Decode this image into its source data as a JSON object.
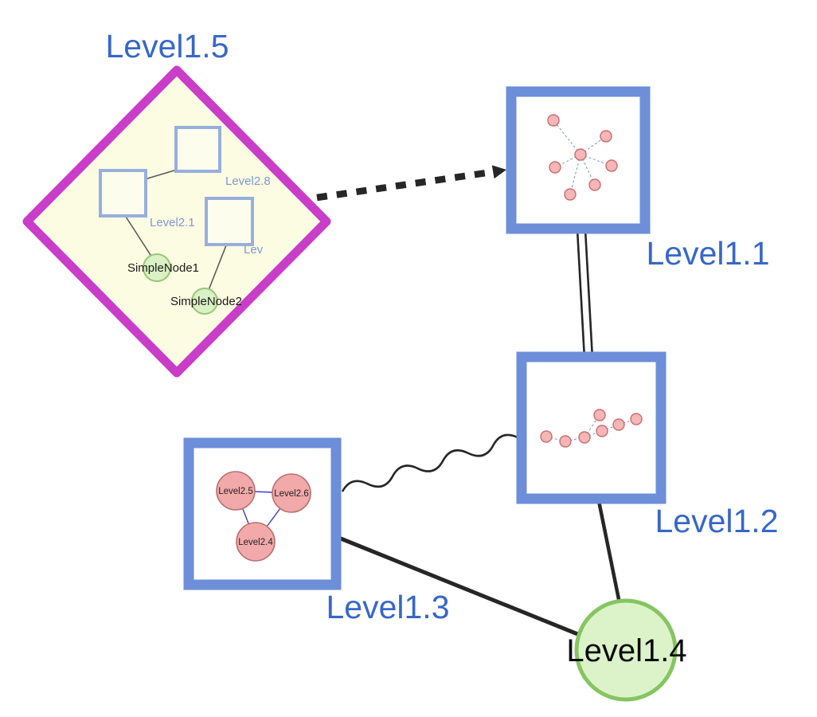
{
  "diagram": {
    "nodes": {
      "level15": {
        "label": "Level1.5",
        "type": "group-diamond"
      },
      "level11": {
        "label": "Level1.1",
        "type": "group-square"
      },
      "level12": {
        "label": "Level1.2",
        "type": "group-square"
      },
      "level13": {
        "label": "Level1.3",
        "type": "group-square"
      },
      "level14": {
        "label": "Level1.4",
        "type": "circle"
      },
      "level28": {
        "label": "Level2.8",
        "type": "inner-square"
      },
      "level21": {
        "label": "Level2.1",
        "type": "inner-square"
      },
      "level2x": {
        "label": "Lev",
        "type": "inner-square"
      },
      "simplenode1": {
        "label": "SimpleNode1",
        "type": "small-circle"
      },
      "simplenode2": {
        "label": "SimpleNode2",
        "type": "small-circle"
      },
      "level25": {
        "label": "Level2.5",
        "type": "pink-circle"
      },
      "level26": {
        "label": "Level2.6",
        "type": "pink-circle"
      },
      "level24": {
        "label": "Level2.4",
        "type": "pink-circle"
      }
    },
    "edges": [
      {
        "from": "Level1.5",
        "to": "Level1.1",
        "style": "thick-dashed-arrow"
      },
      {
        "from": "Level1.1",
        "to": "Level1.2",
        "style": "double-line"
      },
      {
        "from": "Level1.3",
        "to": "Level1.2",
        "style": "wavy"
      },
      {
        "from": "Level1.3",
        "to": "Level1.4",
        "style": "solid-thick"
      },
      {
        "from": "Level1.2",
        "to": "Level1.4",
        "style": "solid-thick"
      },
      {
        "from": "Level2.8",
        "to": "Level2.1",
        "style": "solid-thin"
      },
      {
        "from": "Level2.1",
        "to": "SimpleNode1",
        "style": "solid-thin"
      },
      {
        "from": "Lev",
        "to": "SimpleNode2",
        "style": "solid-thin"
      },
      {
        "from": "Level2.5",
        "to": "Level2.6",
        "style": "solid-blue"
      },
      {
        "from": "Level2.5",
        "to": "Level2.4",
        "style": "solid-blue"
      },
      {
        "from": "Level2.6",
        "to": "Level2.4",
        "style": "solid-blue"
      }
    ],
    "colors": {
      "label_blue": "#3767c8",
      "inner_label_blue": "#7d99d2",
      "diamond_border": "#c93dc9",
      "diamond_fill": "#fcfce2",
      "group_border": "#6d8ed8",
      "inner_square_border": "#97afdd",
      "green_fill": "#daf0c5",
      "green_border": "#96c775",
      "big_green_fill": "#dcf3c9",
      "big_green_border": "#85c561",
      "pink_fill": "#f2a9a9",
      "pink_border": "#ba6f6f",
      "mini_edge_blue": "#7e93d6",
      "triangle_edge_blue": "#3d3dcd",
      "edge_dark": "#262626"
    }
  }
}
